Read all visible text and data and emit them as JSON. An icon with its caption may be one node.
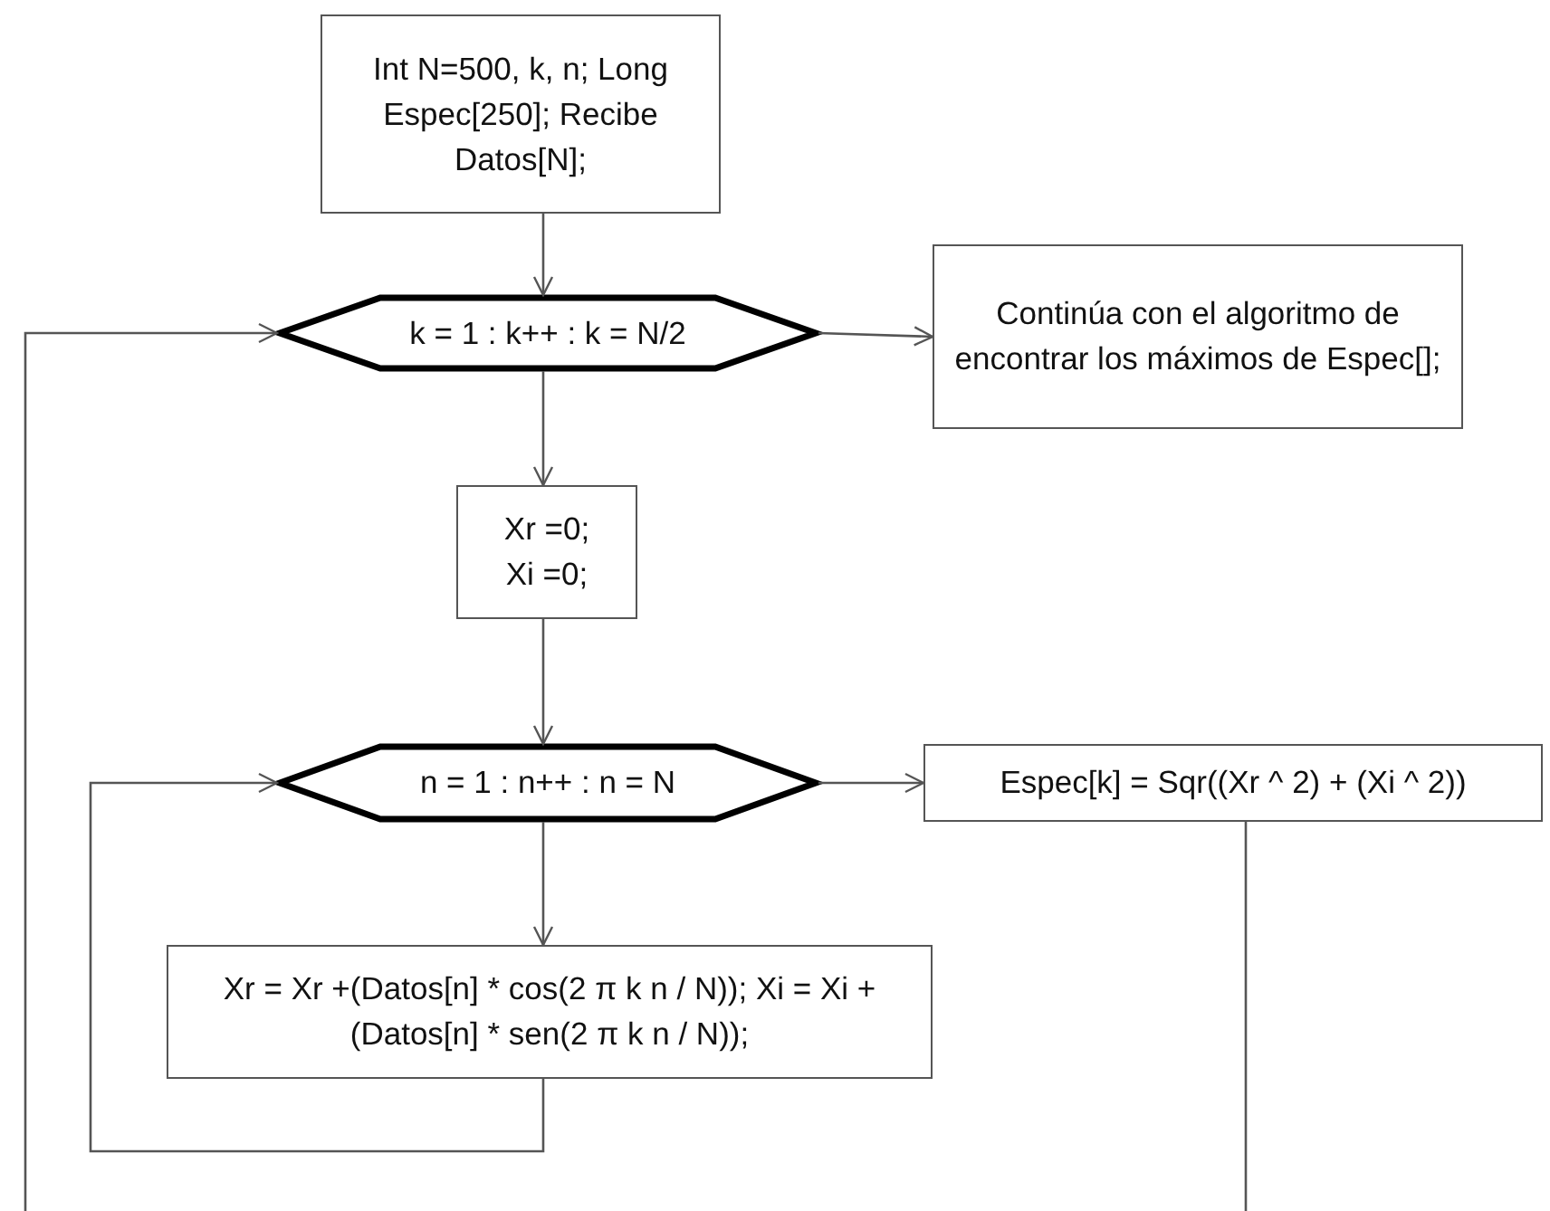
{
  "diagram": {
    "nodes": [
      {
        "text": [
          "Int N=500, k, n; Long Espec[250]; Recibe Datos[N];"
        ]
      },
      {
        "text": [
          "k = 1 : k++ : k = N/2"
        ]
      },
      {
        "text": [
          "Continúa con el algoritmo de encontrar los máximos de Espec[];"
        ]
      },
      {
        "text": [
          "Xr =0; Xi =0;"
        ]
      },
      {
        "text": [
          "n = 1 : n++ : n = N"
        ]
      },
      {
        "text": [
          "Espec[k] = Sqr((Xr ^ 2) + (Xi ^ 2))"
        ]
      },
      {
        "text": [
          "Xr = Xr +(Datos[n] * cos(2 π k n / N)); Xi = Xi +(Datos[n] * sen(2 π k n / N));"
        ]
      }
    ],
    "edges": [
      {
        "from": 0,
        "to": 1,
        "arrow": "to"
      },
      {
        "from": 1,
        "to": 2,
        "arrow": "to"
      },
      {
        "from": 1,
        "to": 3,
        "arrow": "to"
      },
      {
        "from": 3,
        "to": 4,
        "arrow": "to"
      },
      {
        "from": 4,
        "to": 5,
        "arrow": "to"
      },
      {
        "from": 4,
        "to": 6,
        "arrow": "to"
      },
      {
        "from": 6,
        "to": 4,
        "arrow": "to"
      },
      {
        "from": 5,
        "to": null,
        "arrow": "none"
      },
      {
        "from": null,
        "to": 1,
        "arrow": "to"
      }
    ]
  }
}
